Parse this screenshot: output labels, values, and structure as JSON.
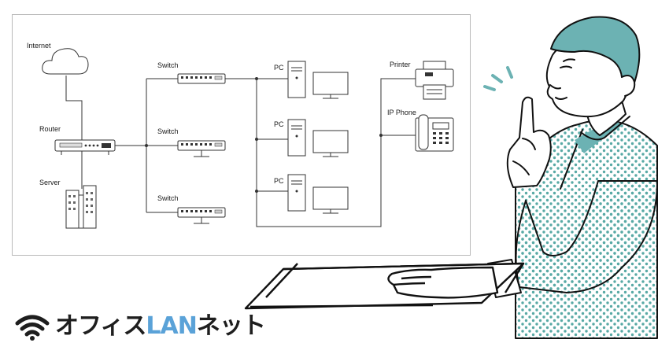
{
  "diagram": {
    "labels": {
      "internet": "Internet",
      "router": "Router",
      "server": "Server",
      "switch_1": "Switch",
      "switch_2": "Switch",
      "switch_3": "Switch",
      "pc_1": "PC",
      "pc_2": "PC",
      "pc_3": "PC",
      "printer": "Printer",
      "ip_phone": "IP Phone"
    }
  },
  "logo": {
    "part1": "オフィス",
    "part2": "LAN",
    "part3": "ネット",
    "icon": "wifi-icon"
  },
  "colors": {
    "accent_teal": "#6cb2b3",
    "brand_blue": "#5aa2d8",
    "line": "#333333",
    "panel_border": "#b9b9b9"
  }
}
